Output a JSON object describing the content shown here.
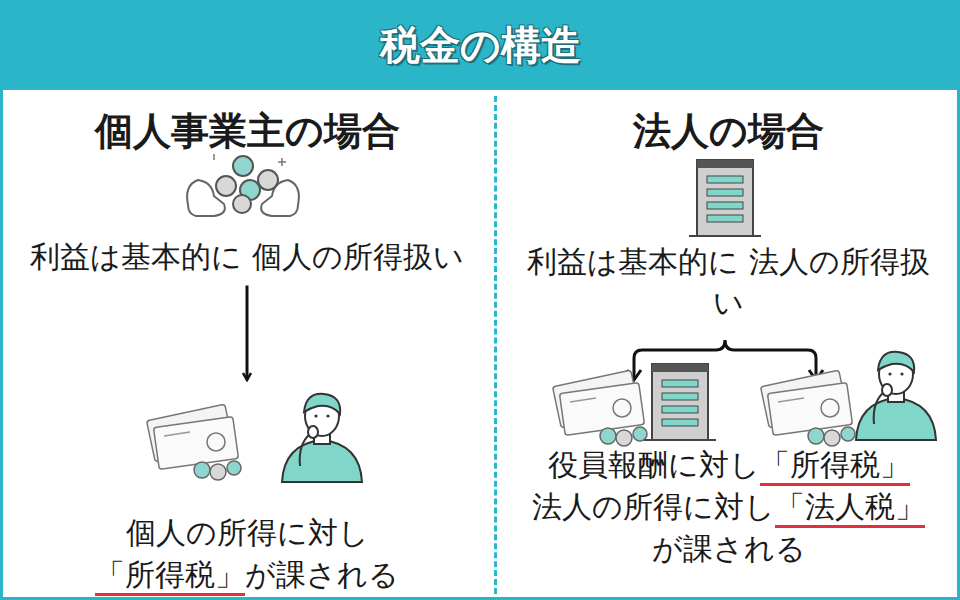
{
  "diagram": {
    "title": "税金の構造",
    "nodes": [
      {
        "text": [
          "個人事業主の場合"
        ]
      },
      {
        "text": [
          "法人の場合"
        ]
      },
      {
        "text": [
          "利益は基本的に 個人の所得扱い"
        ],
        "in": 0
      },
      {
        "text": [
          "個人の所得に対し",
          "「所得税」",
          "が課される"
        ],
        "in": 0
      },
      {
        "text": [
          "利益は基本的に 法人の所得扱い"
        ],
        "in": 1
      },
      {
        "text": [
          "役員報酬に対し",
          "「所得税」",
          "法人の所得に対し",
          "「法人税」",
          "が課される"
        ],
        "in": 1
      }
    ],
    "edges": [
      {
        "from": 2,
        "to": 3,
        "arrow": "to"
      }
    ]
  }
}
